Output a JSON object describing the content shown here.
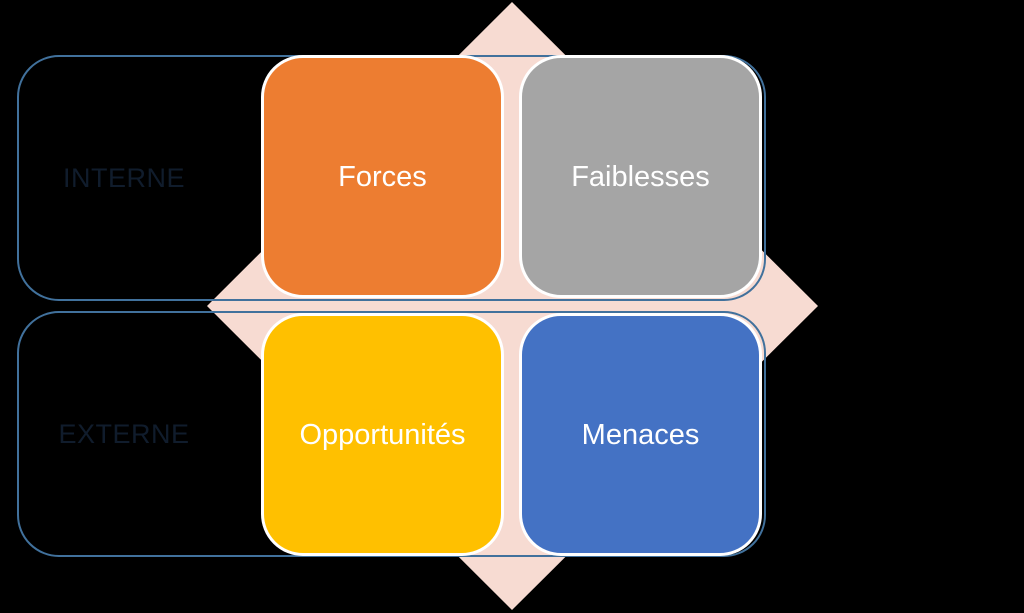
{
  "colors": {
    "background": "#000000",
    "diamond_fill": "#F7DBD2",
    "row_outline_stroke": "#41719C",
    "row_label_text": "#101C2C",
    "cell_border": "#FFFFFF",
    "cell_text": "#FFFFFF",
    "forces_fill": "#ED7D31",
    "faiblesses_fill": "#A5A5A5",
    "opportunites_fill": "#FFC000",
    "menaces_fill": "#4472C4"
  },
  "rows": [
    {
      "label": "INTERNE",
      "cells": [
        {
          "label": "Forces"
        },
        {
          "label": "Faiblesses"
        }
      ]
    },
    {
      "label": "EXTERNE",
      "cells": [
        {
          "label": "Opportunités"
        },
        {
          "label": "Menaces"
        }
      ]
    }
  ]
}
